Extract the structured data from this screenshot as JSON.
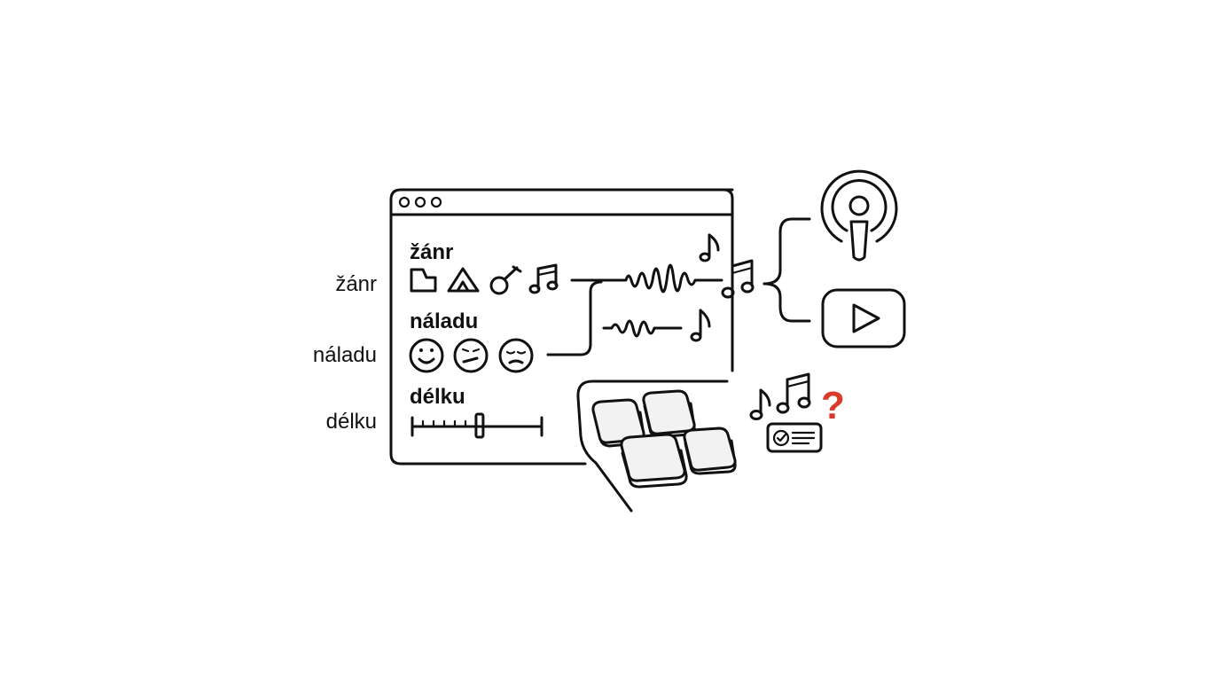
{
  "labels": {
    "genre_side": "žánr",
    "mood_side": "náladu",
    "length_side": "délku"
  },
  "window": {
    "genre_heading": "žánr",
    "mood_heading": "náladu",
    "length_heading": "délku",
    "genre_icons": [
      "folder-icon",
      "tent-icon",
      "guitar-icon",
      "music-note-icon"
    ],
    "mood_icons": [
      "smiley-happy-icon",
      "smiley-meh-icon",
      "smiley-sad-icon"
    ],
    "length_slider_value": 0.52
  },
  "outputs": [
    "podcast-icon",
    "video-play-icon"
  ],
  "keyboard": {
    "question_mark": "?",
    "question_color": "#d93a2b"
  },
  "colors": {
    "ink": "#111111",
    "accent": "#d93a2b"
  }
}
